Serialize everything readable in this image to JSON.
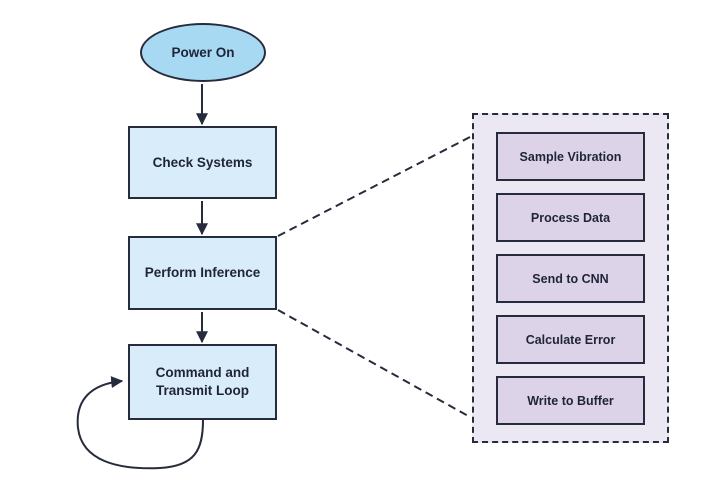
{
  "flowchart": {
    "nodes": [
      {
        "id": "power-on",
        "type": "terminal",
        "label": "Power On"
      },
      {
        "id": "check-systems",
        "type": "process",
        "label": "Check Systems"
      },
      {
        "id": "perform-inference",
        "type": "process",
        "label": "Perform Inference"
      },
      {
        "id": "command-transmit-loop",
        "type": "process",
        "label": "Command and Transmit Loop",
        "lines": [
          "Command and",
          "Transmit Loop"
        ]
      }
    ],
    "edges": [
      {
        "from": "power-on",
        "to": "check-systems",
        "style": "solid-arrow"
      },
      {
        "from": "check-systems",
        "to": "perform-inference",
        "style": "solid-arrow"
      },
      {
        "from": "perform-inference",
        "to": "command-transmit-loop",
        "style": "solid-arrow"
      },
      {
        "from": "command-transmit-loop",
        "to": "command-transmit-loop",
        "style": "self-loop-arrow"
      },
      {
        "from": "perform-inference",
        "to": "inference-detail-panel",
        "style": "dashed-expansion"
      }
    ],
    "panel": {
      "id": "inference-detail-panel",
      "items": [
        {
          "label": "Sample Vibration"
        },
        {
          "label": "Process Data"
        },
        {
          "label": "Send to CNN"
        },
        {
          "label": "Calculate Error"
        },
        {
          "label": "Write to Buffer"
        }
      ]
    },
    "colors": {
      "stroke": "#272c3c",
      "text": "#1f2438",
      "terminal_fill": "#a8d9f3",
      "process_fill": "#d9ecfa",
      "panel_fill": "#ebe7f3",
      "panel_item_fill": "#dcd3e8",
      "background": "#ffffff"
    }
  }
}
